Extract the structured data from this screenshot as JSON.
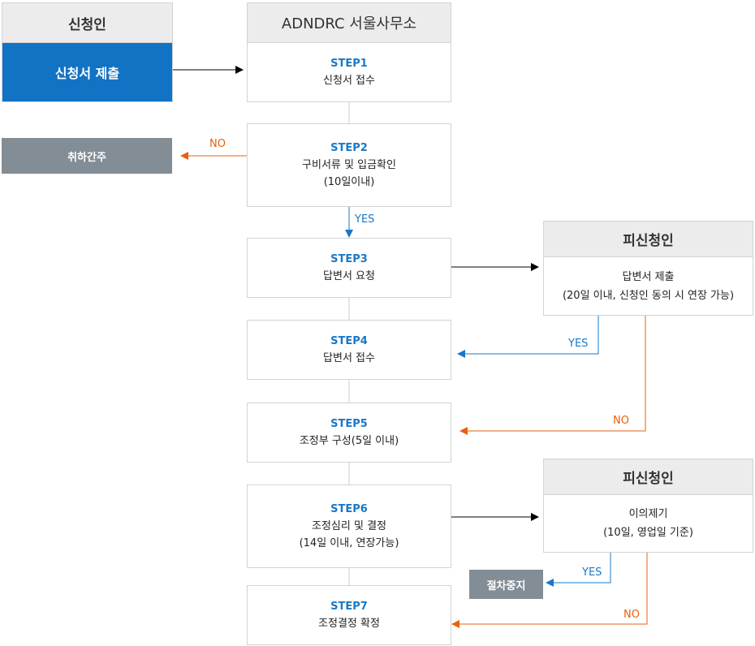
{
  "applicant": {
    "header": "신청인",
    "submit": "신청서 제출",
    "withdrawn": "취하간주"
  },
  "office": {
    "header": "ADNDRC 서울사무소"
  },
  "steps": [
    {
      "step": "STEP1",
      "lines": [
        "신청서 접수"
      ]
    },
    {
      "step": "STEP2",
      "lines": [
        "구비서류 및 입금확인",
        "(10일이내)"
      ]
    },
    {
      "step": "STEP3",
      "lines": [
        "답변서 요청"
      ]
    },
    {
      "step": "STEP4",
      "lines": [
        "답변서 접수"
      ]
    },
    {
      "step": "STEP5",
      "lines": [
        "조정부 구성(5일 이내)"
      ]
    },
    {
      "step": "STEP6",
      "lines": [
        "조정심리 및 결정",
        "(14일 이내, 연장가능)"
      ]
    },
    {
      "step": "STEP7",
      "lines": [
        "조정결정 확정"
      ]
    }
  ],
  "respondent1": {
    "header": "피신청인",
    "lines": [
      "답변서 제출",
      "(20일 이내, 신청인 동의 시 연장 가능)"
    ]
  },
  "respondent2": {
    "header": "피신청인",
    "lines": [
      "이의제기",
      "(10일, 영업일 기준)"
    ],
    "stop": "절차중지"
  },
  "labels": {
    "no": "NO",
    "yes": "YES"
  },
  "colors": {
    "blue": "#1273c5",
    "orange": "#e8600f",
    "grey": "#828d95",
    "header": "#ececec"
  }
}
